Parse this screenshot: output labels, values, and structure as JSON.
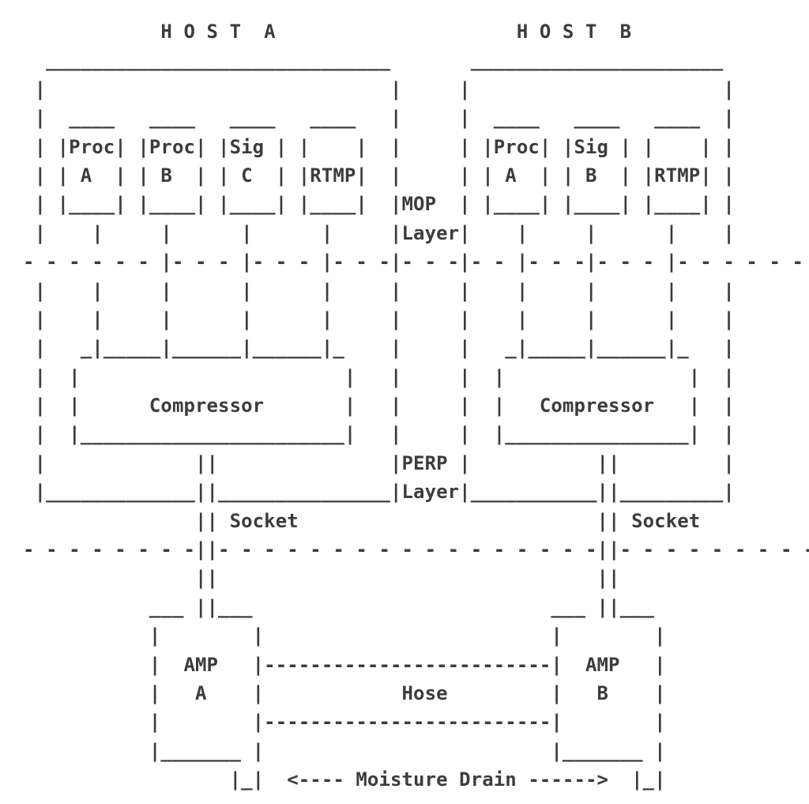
{
  "colors": {
    "ink": "#3c3c3c",
    "background": "#ffffff"
  },
  "diagram": {
    "kind": "ascii-protocol-stack",
    "hosts": [
      {
        "title": "H O S T  A",
        "processes": [
          "Proc A",
          "Proc B",
          "Sig C",
          "RTMP"
        ],
        "compressor": "Compressor",
        "socket": "Socket",
        "amp": "AMP A"
      },
      {
        "title": "H O S T  B",
        "processes": [
          "Proc A",
          "Sig B",
          "RTMP"
        ],
        "compressor": "Compressor",
        "socket": "Socket",
        "amp": "AMP B"
      }
    ],
    "layers": [
      "MOP Layer",
      "PERP Layer"
    ],
    "links": {
      "hose": "Hose",
      "moisture_drain": "Moisture Drain"
    },
    "ascii_lines": [
      "              H O S T  A                     H O S T  B",
      "    ______________________________       ______________________",
      "   |                              |     |                      |",
      "   |  ____   ____   ____   ____   |     |  ____   ____   ____  |",
      "   | |Proc| |Proc| |Sig | |    |  |     | |Proc| |Sig | |    | |",
      "   | | A  | | B  | | C  | |RTMP|  |     | | A  | | B  | |RTMP| |",
      "   | |____| |____| |____| |____|  |MOP  | |____| |____| |____| |",
      "   |    |     |      |      |     |Layer|    |     |      |    |",
      "  - - - - - - |- - - |- - - |- - -|- - -|- - |- - -|- - - |- - - - - -",
      "   |    |     |      |      |     |     |    |     |      |    |",
      "   |    |     |      |      |     |     |    |     |      |    |",
      "   |   _|_____|______|______|_    |     |   _|_____|______|_   |",
      "   |  |                       |   |     |  |                |  |",
      "   |  |      Compressor       |   |     |  |   Compressor   |  |",
      "   |  |_______________________|   |     |  |________________|  |",
      "   |             ||               |PERP |           ||         |",
      "   |_____________||_______________|Layer|___________||_________|",
      "                 || Socket                          || Socket",
      "  - - - - - - - -||- - - - - - - - - - - - - - - - -||- - - - - - - - -",
      "                 ||                                 ||",
      "             ___ ||___                          ___ ||___",
      "             |        |                         |        |",
      "             |  AMP   |-------------------------|  AMP   |",
      "             |   A    |            Hose         |   B    |",
      "             |        |-------------------------|        |",
      "             |_______ |                         |_______ |",
      "                    |_|  <---- Moisture Drain ------>  |_|"
    ]
  }
}
